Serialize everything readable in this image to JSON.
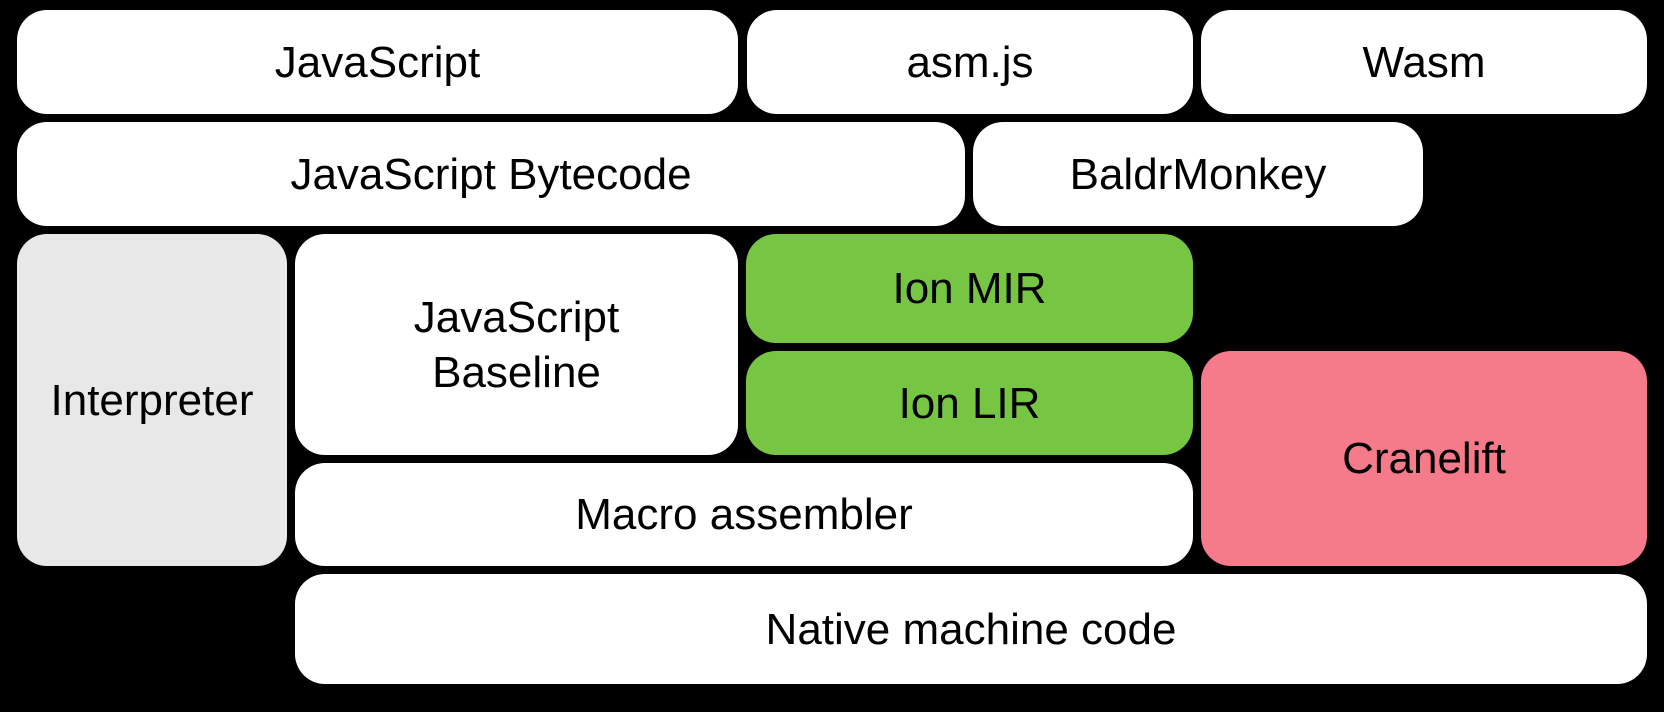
{
  "diagram": {
    "background": "#000000",
    "text_color": "#000000",
    "colors": {
      "box_white": "#ffffff",
      "box_gray": "#e8e8e8",
      "box_green": "#76c543",
      "box_pink": "#f57a8a"
    },
    "boxes": [
      {
        "id": "javascript",
        "label": "JavaScript",
        "bg": "#ffffff",
        "text": "#000000"
      },
      {
        "id": "asm-js",
        "label": "asm.js",
        "bg": "#ffffff",
        "text": "#000000"
      },
      {
        "id": "wasm",
        "label": "Wasm",
        "bg": "#ffffff",
        "text": "#000000"
      },
      {
        "id": "javascript-bytecode",
        "label": "JavaScript Bytecode",
        "bg": "#ffffff",
        "text": "#000000"
      },
      {
        "id": "baldrmonkey",
        "label": "BaldrMonkey",
        "bg": "#ffffff",
        "text": "#000000"
      },
      {
        "id": "interpreter",
        "label": "Interpreter",
        "bg": "#e8e8e8",
        "text": "#000000"
      },
      {
        "id": "javascript-baseline",
        "label": "JavaScript Baseline",
        "bg": "#ffffff",
        "text": "#000000"
      },
      {
        "id": "ion-mir",
        "label": "Ion MIR",
        "bg": "#76c543",
        "text": "#000000"
      },
      {
        "id": "ion-lir",
        "label": "Ion LIR",
        "bg": "#76c543",
        "text": "#000000"
      },
      {
        "id": "cranelift",
        "label": "Cranelift",
        "bg": "#f57a8a",
        "text": "#000000"
      },
      {
        "id": "macro-assembler",
        "label": "Macro assembler",
        "bg": "#ffffff",
        "text": "#000000"
      },
      {
        "id": "native-machine-code",
        "label": "Native machine code",
        "bg": "#ffffff",
        "text": "#000000"
      }
    ]
  }
}
